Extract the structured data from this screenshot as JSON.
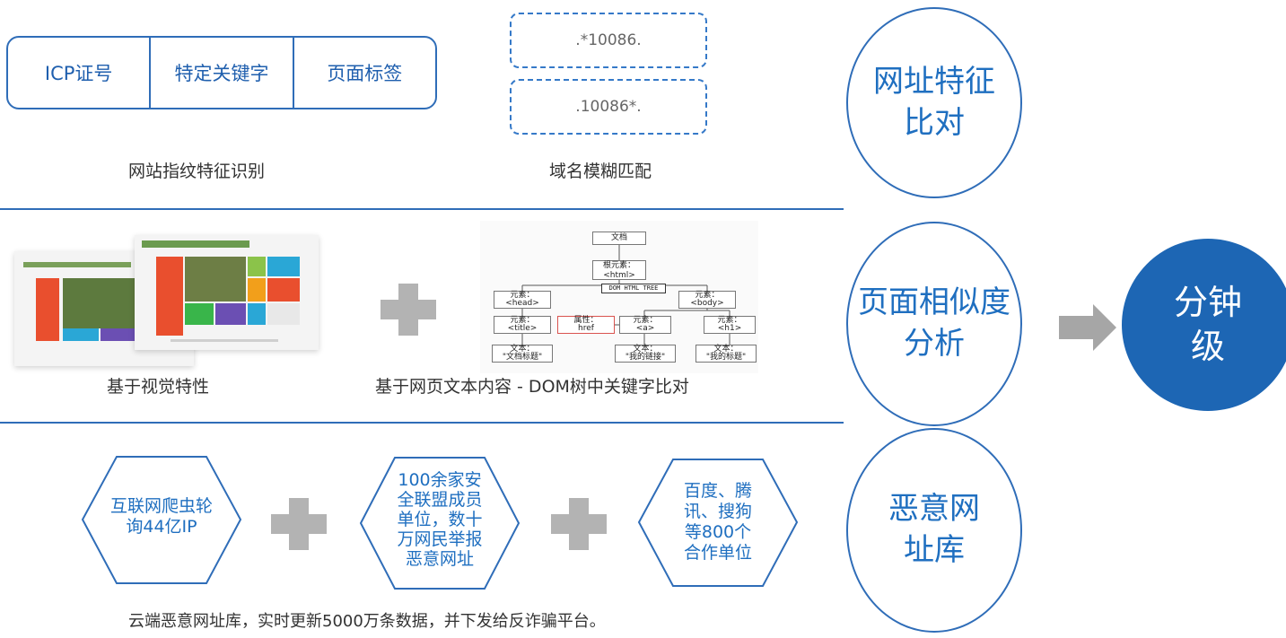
{
  "row1": {
    "tabs": [
      "ICP证号",
      "特定关键字",
      "页面标签"
    ],
    "fingerprint_caption": "网站指纹特征识别",
    "domain_patterns": [
      ".*10086.",
      ".10086*."
    ],
    "domain_caption": "域名模糊匹配",
    "circle": [
      "网址特征",
      "比对"
    ]
  },
  "row2": {
    "visual_caption": "基于视觉特性",
    "dom_caption": "基于网页文本内容 - DOM树中关键字比对",
    "dom_tree": {
      "root": "文档",
      "html": [
        "根元素：",
        "<html>"
      ],
      "tag": "DOM HTML TREE",
      "head": [
        "元素：",
        "<head>"
      ],
      "body": [
        "元素：",
        "<body>"
      ],
      "title": [
        "元素：",
        "<title>"
      ],
      "attr": [
        "属性：",
        "href"
      ],
      "a": [
        "元素：",
        "<a>"
      ],
      "h1": [
        "元素：",
        "<h1>"
      ],
      "text1": [
        "文本：",
        "\"文档标题\""
      ],
      "text2": [
        "文本：",
        "\"我的链接\""
      ],
      "text3": [
        "文本：",
        "\"我的标题\""
      ]
    },
    "circle": [
      "页面相似度",
      "分析"
    ],
    "result": [
      "分钟",
      "级"
    ]
  },
  "row3": {
    "hex1": [
      "互联网爬虫轮",
      "询44亿IP"
    ],
    "hex2": [
      "100余家安",
      "全联盟成员",
      "单位，数十",
      "万网民举报",
      "恶意网址"
    ],
    "hex3": [
      "百度、腾",
      "讯、搜狗",
      "等800个",
      "合作单位"
    ],
    "caption": "云端恶意网址库，实时更新5000万条数据，并下发给反诈骗平台。",
    "circle": [
      "恶意网",
      "址库"
    ]
  },
  "colors": {
    "accent": "#2f6db8",
    "result_fill": "#1d66b4",
    "plus": "#b3b3b3",
    "arrow": "#a6a6a6"
  }
}
